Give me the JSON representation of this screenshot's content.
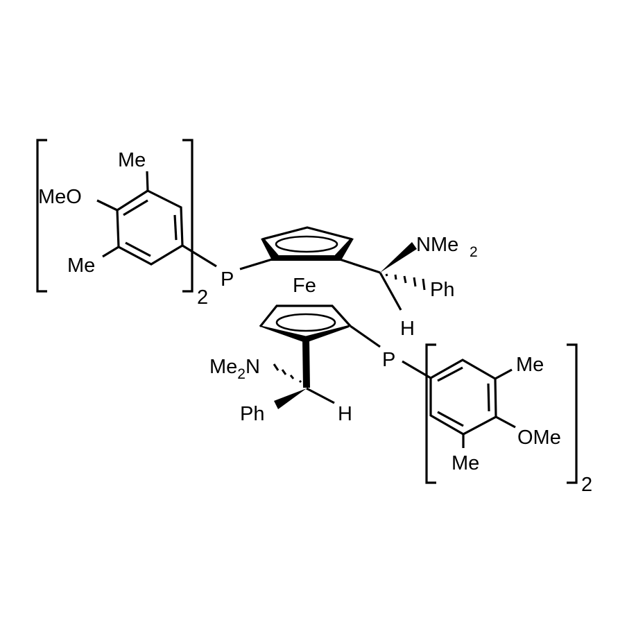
{
  "molecule": {
    "description": "Ferrocene-based bis(phosphine) ligand with two chiral (dimethylamino)(phenyl)methyl groups",
    "metal": "Fe",
    "labels": {
      "fe": "Fe",
      "top_aryl": {
        "meo": "MeO",
        "me_top": "Me",
        "me_bottom": "Me",
        "bracket_subscript": "2",
        "p": "P"
      },
      "top_sidechain": {
        "nme2_main": "NMe",
        "nme2_sub": "2",
        "ph": "Ph",
        "h": "H"
      },
      "bottom_sidechain": {
        "me2n_me": "Me",
        "me2n_sub": "2",
        "me2n_n": "N",
        "ph": "Ph",
        "h": "H"
      },
      "bottom_aryl": {
        "p": "P",
        "me_top": "Me",
        "me_bottom": "Me",
        "ome": "OMe",
        "bracket_subscript": "2"
      }
    },
    "substituent_repeat": 2,
    "aryl_group": "4-methoxy-3,5-dimethylphenyl",
    "line_color": "#000000",
    "background": "#ffffff"
  }
}
